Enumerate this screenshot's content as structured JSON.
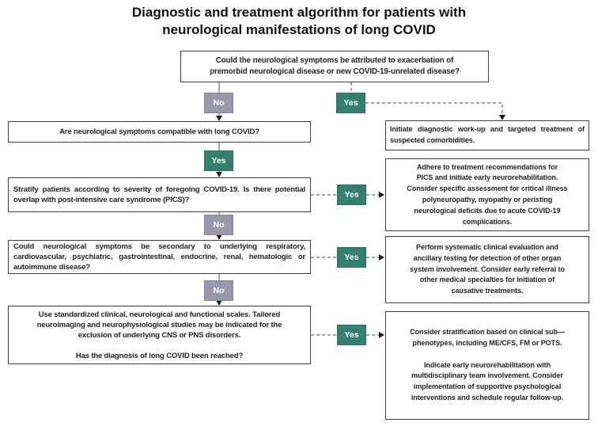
{
  "title": "Diagnostic and treatment algorithm for patients with\nneurological manifestations of long COVID",
  "labels": {
    "yes": "Yes",
    "no": "No"
  },
  "colors": {
    "yes_fill": "#33806F",
    "no_fill": "#989AAB",
    "box_border": "#3F3F3F",
    "connector": "#6E6E6E",
    "arrowhead": "#1A1A1A",
    "text": "#1F1F1F"
  },
  "boxes": {
    "top_question": "Could the neurological symptoms be attributed to exacerbation of\npremorbid neurological disease or new COVID-19-unrelated disease?",
    "compatible_question": "Are neurological symptoms compatible with long COVID?",
    "stratify_question": "Stratify patients according to severity of foregoing COVID-19. Is there potential overlap with post-intensive care syndrome (PICS)?",
    "secondary_question": "Could neurological symptoms be secondary to underlying respiratory, cardiovascular, psychiatric, gastrointestinal, endocrine, renal, hematologic or autoimmune disease?",
    "scales_question": "Use standardized clinical, neurological and functional scales. Tailored\nneuroimaging and neurophysiological studies may be indicated for the\nexclusion of underlying CNS or PNS disorders.\n\nHas the diagnosis of long COVID been reached?",
    "workup_action": "Initiate diagnostic work-up and targeted treatment of suspected comorbidities.",
    "pics_action": "Adhere to treatment recommendations for\nPICS and initiate early neurorehabilitation.\nConsider specific assessment for critical illness\npolyneuropathy, myopathy or peristing\nneurological deficits due to acute COVID-19\ncomplications.",
    "systematic_action": "Perform systematic clinical evaluation and\nancillary testing for detection of other organ\nsystem involvement. Consider early referral to\nother medical specialties for initiation of\ncausative treatments.",
    "stratification_action": "Consider stratification based on clinical sub—\nphenotypes, including ME/CFS, FM or POTS.\n\nIndicate early neurorehabilitation with\nmultidisciplinary team involvement. Consider\nimplementation of supportive psychological\ninterventions and schedule regular follow-up."
  }
}
